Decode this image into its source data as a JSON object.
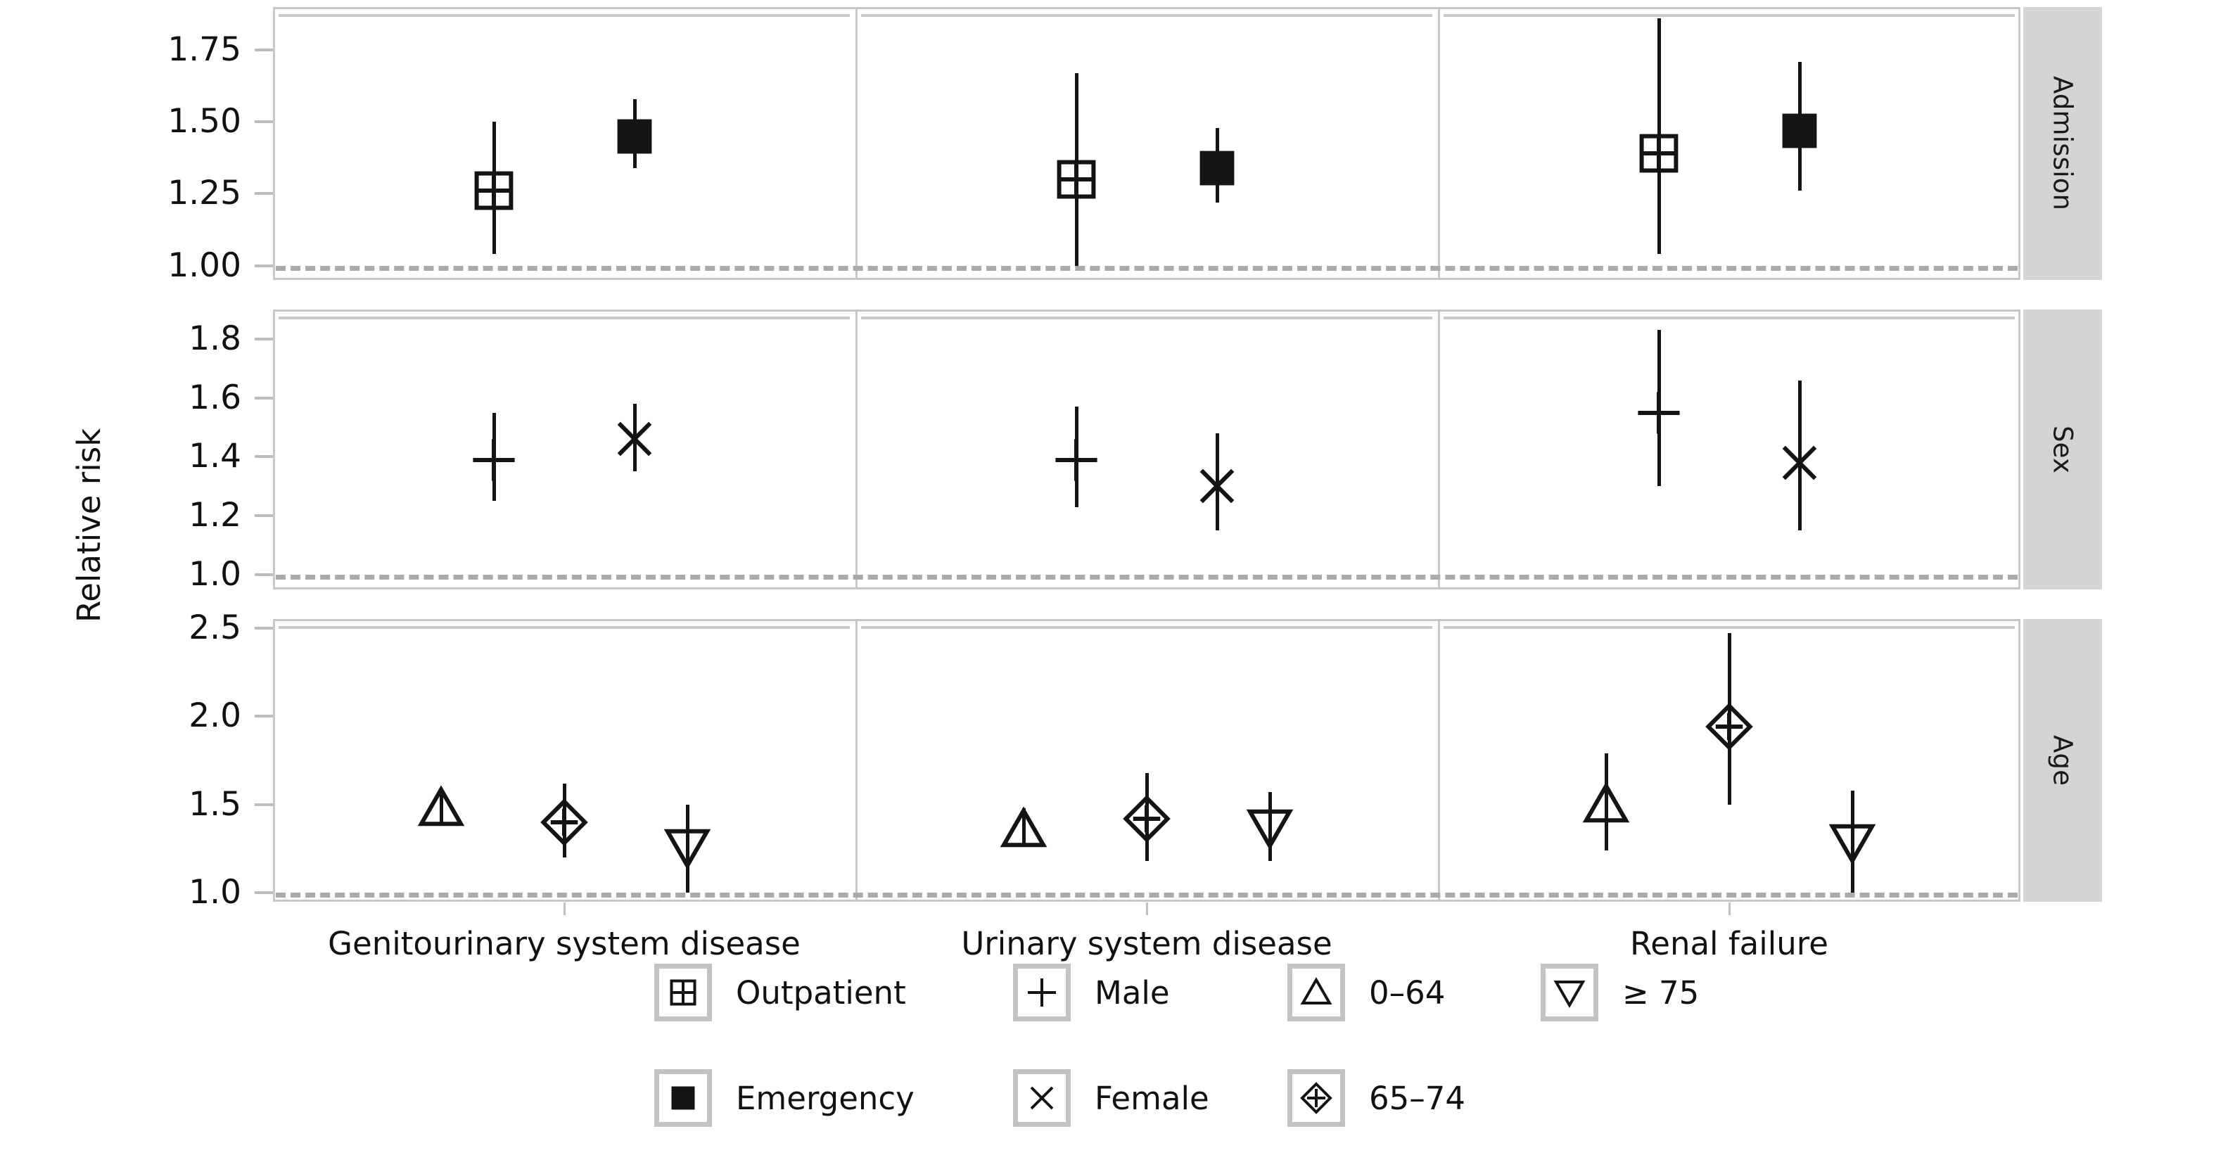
{
  "chart_data": {
    "type": "scatter",
    "title": "",
    "xlabel": "",
    "ylabel": "Relative risk",
    "grid": false,
    "legend_position": "bottom",
    "reference_line": 1.0,
    "categories": [
      "Genitourinary system disease",
      "Urinary system disease",
      "Renal failure"
    ],
    "panels": [
      {
        "name": "Admission",
        "ylim": [
          0.95,
          1.9
        ],
        "yticks": [
          1.0,
          1.25,
          1.5,
          1.75
        ],
        "ytick_labels": [
          "1.00",
          "1.25",
          "1.50",
          "1.75"
        ],
        "series": [
          {
            "name": "Outpatient",
            "marker": "squareplus",
            "filled": false,
            "points": [
              {
                "category": "Genitourinary system disease",
                "value": 1.26,
                "low": 1.04,
                "high": 1.5
              },
              {
                "category": "Urinary system disease",
                "value": 1.3,
                "low": 1.0,
                "high": 1.67
              },
              {
                "category": "Renal failure",
                "value": 1.39,
                "low": 1.04,
                "high": 1.86
              }
            ]
          },
          {
            "name": "Emergency",
            "marker": "square",
            "filled": true,
            "points": [
              {
                "category": "Genitourinary system disease",
                "value": 1.45,
                "low": 1.34,
                "high": 1.58
              },
              {
                "category": "Urinary system disease",
                "value": 1.34,
                "low": 1.22,
                "high": 1.48
              },
              {
                "category": "Renal failure",
                "value": 1.47,
                "low": 1.26,
                "high": 1.71
              }
            ]
          }
        ]
      },
      {
        "name": "Sex",
        "ylim": [
          0.95,
          1.9
        ],
        "yticks": [
          1.0,
          1.2,
          1.4,
          1.6,
          1.8
        ],
        "ytick_labels": [
          "1.0",
          "1.2",
          "1.4",
          "1.6",
          "1.8"
        ],
        "series": [
          {
            "name": "Male",
            "marker": "plus",
            "filled": false,
            "points": [
              {
                "category": "Genitourinary system disease",
                "value": 1.39,
                "low": 1.25,
                "high": 1.55
              },
              {
                "category": "Urinary system disease",
                "value": 1.39,
                "low": 1.23,
                "high": 1.57
              },
              {
                "category": "Renal failure",
                "value": 1.55,
                "low": 1.3,
                "high": 1.83
              }
            ]
          },
          {
            "name": "Female",
            "marker": "cross",
            "filled": false,
            "points": [
              {
                "category": "Genitourinary system disease",
                "value": 1.46,
                "low": 1.35,
                "high": 1.58
              },
              {
                "category": "Urinary system disease",
                "value": 1.3,
                "low": 1.15,
                "high": 1.48
              },
              {
                "category": "Renal failure",
                "value": 1.38,
                "low": 1.15,
                "high": 1.66
              }
            ]
          }
        ]
      },
      {
        "name": "Age",
        "ylim": [
          0.95,
          2.55
        ],
        "yticks": [
          1.0,
          1.5,
          2.0,
          2.5
        ],
        "ytick_labels": [
          "1.0",
          "1.5",
          "2.0",
          "2.5"
        ],
        "series": [
          {
            "name": "0-64",
            "marker": "triangle-up",
            "filled": false,
            "points": [
              {
                "category": "Genitourinary system disease",
                "value": 1.48,
                "low": 1.4,
                "high": 1.56
              },
              {
                "category": "Urinary system disease",
                "value": 1.36,
                "low": 1.26,
                "high": 1.48
              },
              {
                "category": "Renal failure",
                "value": 1.5,
                "low": 1.24,
                "high": 1.79
              }
            ]
          },
          {
            "name": "65-74",
            "marker": "diamond-plus",
            "filled": false,
            "points": [
              {
                "category": "Genitourinary system disease",
                "value": 1.4,
                "low": 1.2,
                "high": 1.62
              },
              {
                "category": "Urinary system disease",
                "value": 1.42,
                "low": 1.18,
                "high": 1.68
              },
              {
                "category": "Renal failure",
                "value": 1.94,
                "low": 1.5,
                "high": 2.47
              }
            ]
          },
          {
            "name": "≥ 75",
            "marker": "triangle-down",
            "filled": false,
            "points": [
              {
                "category": "Genitourinary system disease",
                "value": 1.26,
                "low": 1.0,
                "high": 1.5
              },
              {
                "category": "Urinary system disease",
                "value": 1.37,
                "low": 1.18,
                "high": 1.57
              },
              {
                "category": "Renal failure",
                "value": 1.29,
                "low": 1.0,
                "high": 1.58
              }
            ]
          }
        ]
      }
    ],
    "legend": [
      {
        "label": "Outpatient",
        "marker": "squareplus"
      },
      {
        "label": "Male",
        "marker": "plus"
      },
      {
        "label": "0–64",
        "marker": "triangle-up"
      },
      {
        "label": "≥ 75",
        "marker": "triangle-down"
      },
      {
        "label": "Emergency",
        "marker": "square"
      },
      {
        "label": "Female",
        "marker": "cross"
      },
      {
        "label": "65–74",
        "marker": "diamond-plus"
      }
    ]
  },
  "axis": {
    "ylabel": "Relative risk",
    "panel_strips": [
      "Admission",
      "Sex",
      "Age"
    ],
    "xlabels": [
      "Genitourinary system disease",
      "Urinary system disease",
      "Renal failure"
    ]
  },
  "colors": {
    "marker": "#141414",
    "frame": "#c8c8c8",
    "strip_bg": "#d4d4d4",
    "refline": "#aaaaaa",
    "text": "#111111"
  }
}
